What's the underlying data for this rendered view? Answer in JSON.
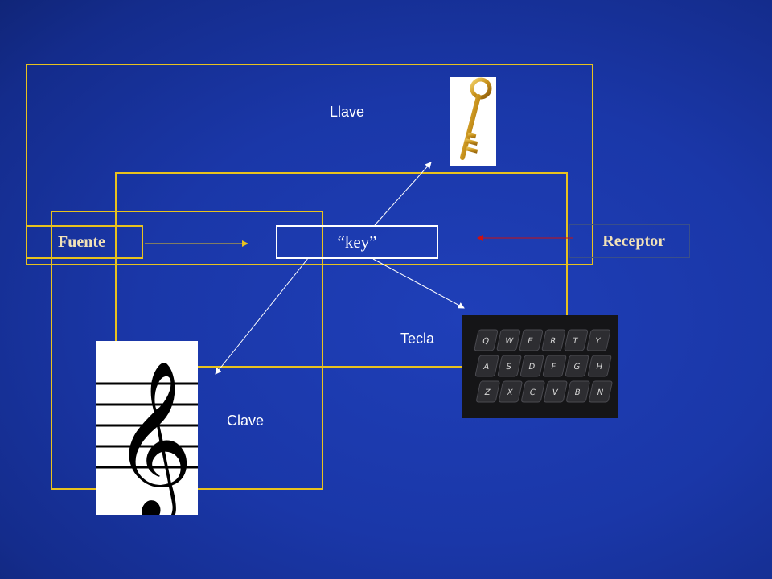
{
  "nodes": {
    "fuente": "Fuente",
    "key": "“key”",
    "receptor": "Receptor"
  },
  "meanings": {
    "llave": "Llave",
    "tecla": "Tecla",
    "clave": "Clave"
  },
  "images": {
    "key_icon": "golden-key",
    "keyboard_icon": "keyboard",
    "clef_icon": "treble-clef"
  },
  "keyboard_keys": {
    "row1": [
      "Q",
      "W",
      "E",
      "R",
      "T",
      "Y"
    ],
    "row2": [
      "A",
      "S",
      "D",
      "F",
      "G",
      "H"
    ],
    "row3": [
      "Z",
      "X",
      "C",
      "V",
      "B",
      "N"
    ]
  },
  "colors": {
    "frame": "#e8c21e",
    "arrow": "#ffffff",
    "receptor_arrow": "#cc1111",
    "node_border": "#ffffff"
  }
}
